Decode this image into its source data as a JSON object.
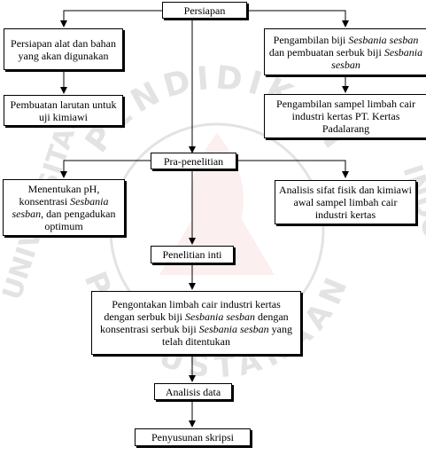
{
  "watermark": {
    "top_text": "PENDIDIKAN",
    "left_text": "UNIVERSITAS",
    "right_text": "INDONESIA",
    "bottom_text": "PERPUSTAKAAN"
  },
  "nodes": {
    "persiapan": "Persiapan",
    "persiapan_alat": "Persiapan alat dan bahan yang akan digunakan",
    "pembuatan_larutan": "Pembuatan larutan untuk uji kimiawi",
    "pengambilan_biji": {
      "a": "Pengambilan biji ",
      "b": "Sesbania sesban",
      "c": " dan pembuatan serbuk biji ",
      "d": "Sesbania sesban"
    },
    "pengambilan_sampel": "Pengambilan sampel limbah cair industri kertas PT. Kertas Padalarang",
    "pra_penelitian": "Pra-penelitian",
    "menentukan_ph": {
      "a": "Menentukan pH, konsentrasi ",
      "b": "Sesbania sesban",
      "c": ", dan pengadukan optimum"
    },
    "analisis_sifat": "Analisis sifat fisik dan kimiawi awal sampel limbah cair industri kertas",
    "penelitian_inti": "Penelitian inti",
    "pengontakan": {
      "a": "Pengontakan limbah cair industri kertas dengan serbuk biji ",
      "b": "Sesbania sesban",
      "c": " dengan konsentrasi serbuk biji ",
      "d": "Sesbania sesban",
      "e": " yang telah ditentukan"
    },
    "analisis_data": "Analisis data",
    "penyusunan_skripsi": "Penyusunan skripsi"
  }
}
